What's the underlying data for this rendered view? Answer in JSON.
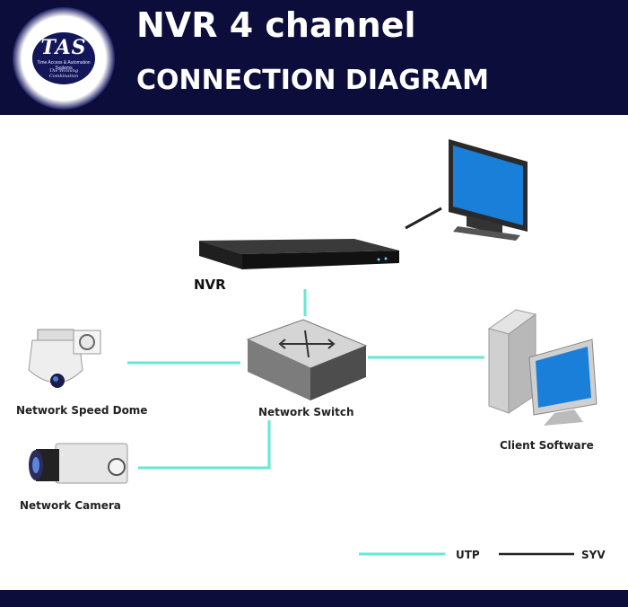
{
  "header": {
    "title_line1": "NVR 4 channel",
    "title_line2": "CONNECTION DIAGRAM",
    "logo_name": "TAS",
    "logo_line1": "Time Access & Automation Systems",
    "logo_tagline": "The Winning Combination"
  },
  "labels": {
    "nvr": "NVR",
    "switch": "Network Switch",
    "speed_dome": "Network Speed Dome",
    "camera": "Network Camera",
    "client": "Client Software"
  },
  "legend": {
    "utp": "UTP",
    "syv": "SYV"
  },
  "colors": {
    "header_bg": "#0c0d3a",
    "utp_line": "#66e8d6",
    "syv_line": "#222222",
    "screen_blue": "#1a7fd8"
  }
}
